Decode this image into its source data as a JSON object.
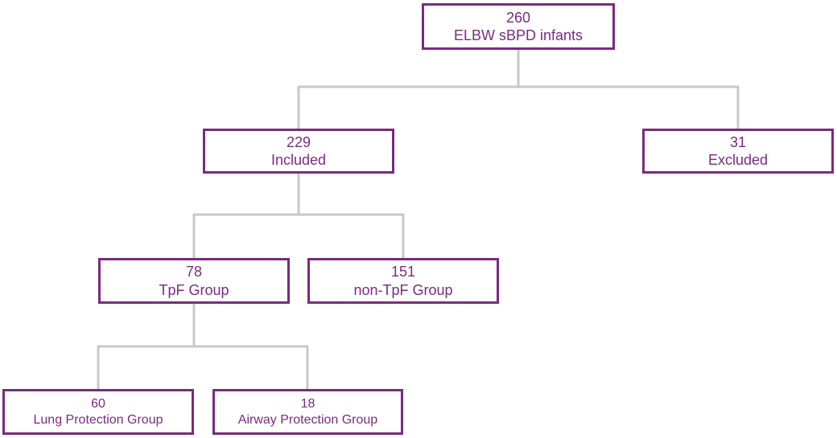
{
  "colors": {
    "box_border": "#7b2a80",
    "text": "#7b2a80",
    "connector": "#c8c8c8",
    "background": "#ffffff"
  },
  "nodes": {
    "root": {
      "count": "260",
      "label": "ELBW sBPD infants"
    },
    "included": {
      "count": "229",
      "label": "Included"
    },
    "excluded": {
      "count": "31",
      "label": "Excluded"
    },
    "tpf": {
      "count": "78",
      "label": "TpF Group"
    },
    "nontpf": {
      "count": "151",
      "label": "non-TpF Group"
    },
    "lung": {
      "count": "60",
      "label": "Lung Protection Group"
    },
    "airway": {
      "count": "18",
      "label": "Airway Protection Group"
    }
  }
}
